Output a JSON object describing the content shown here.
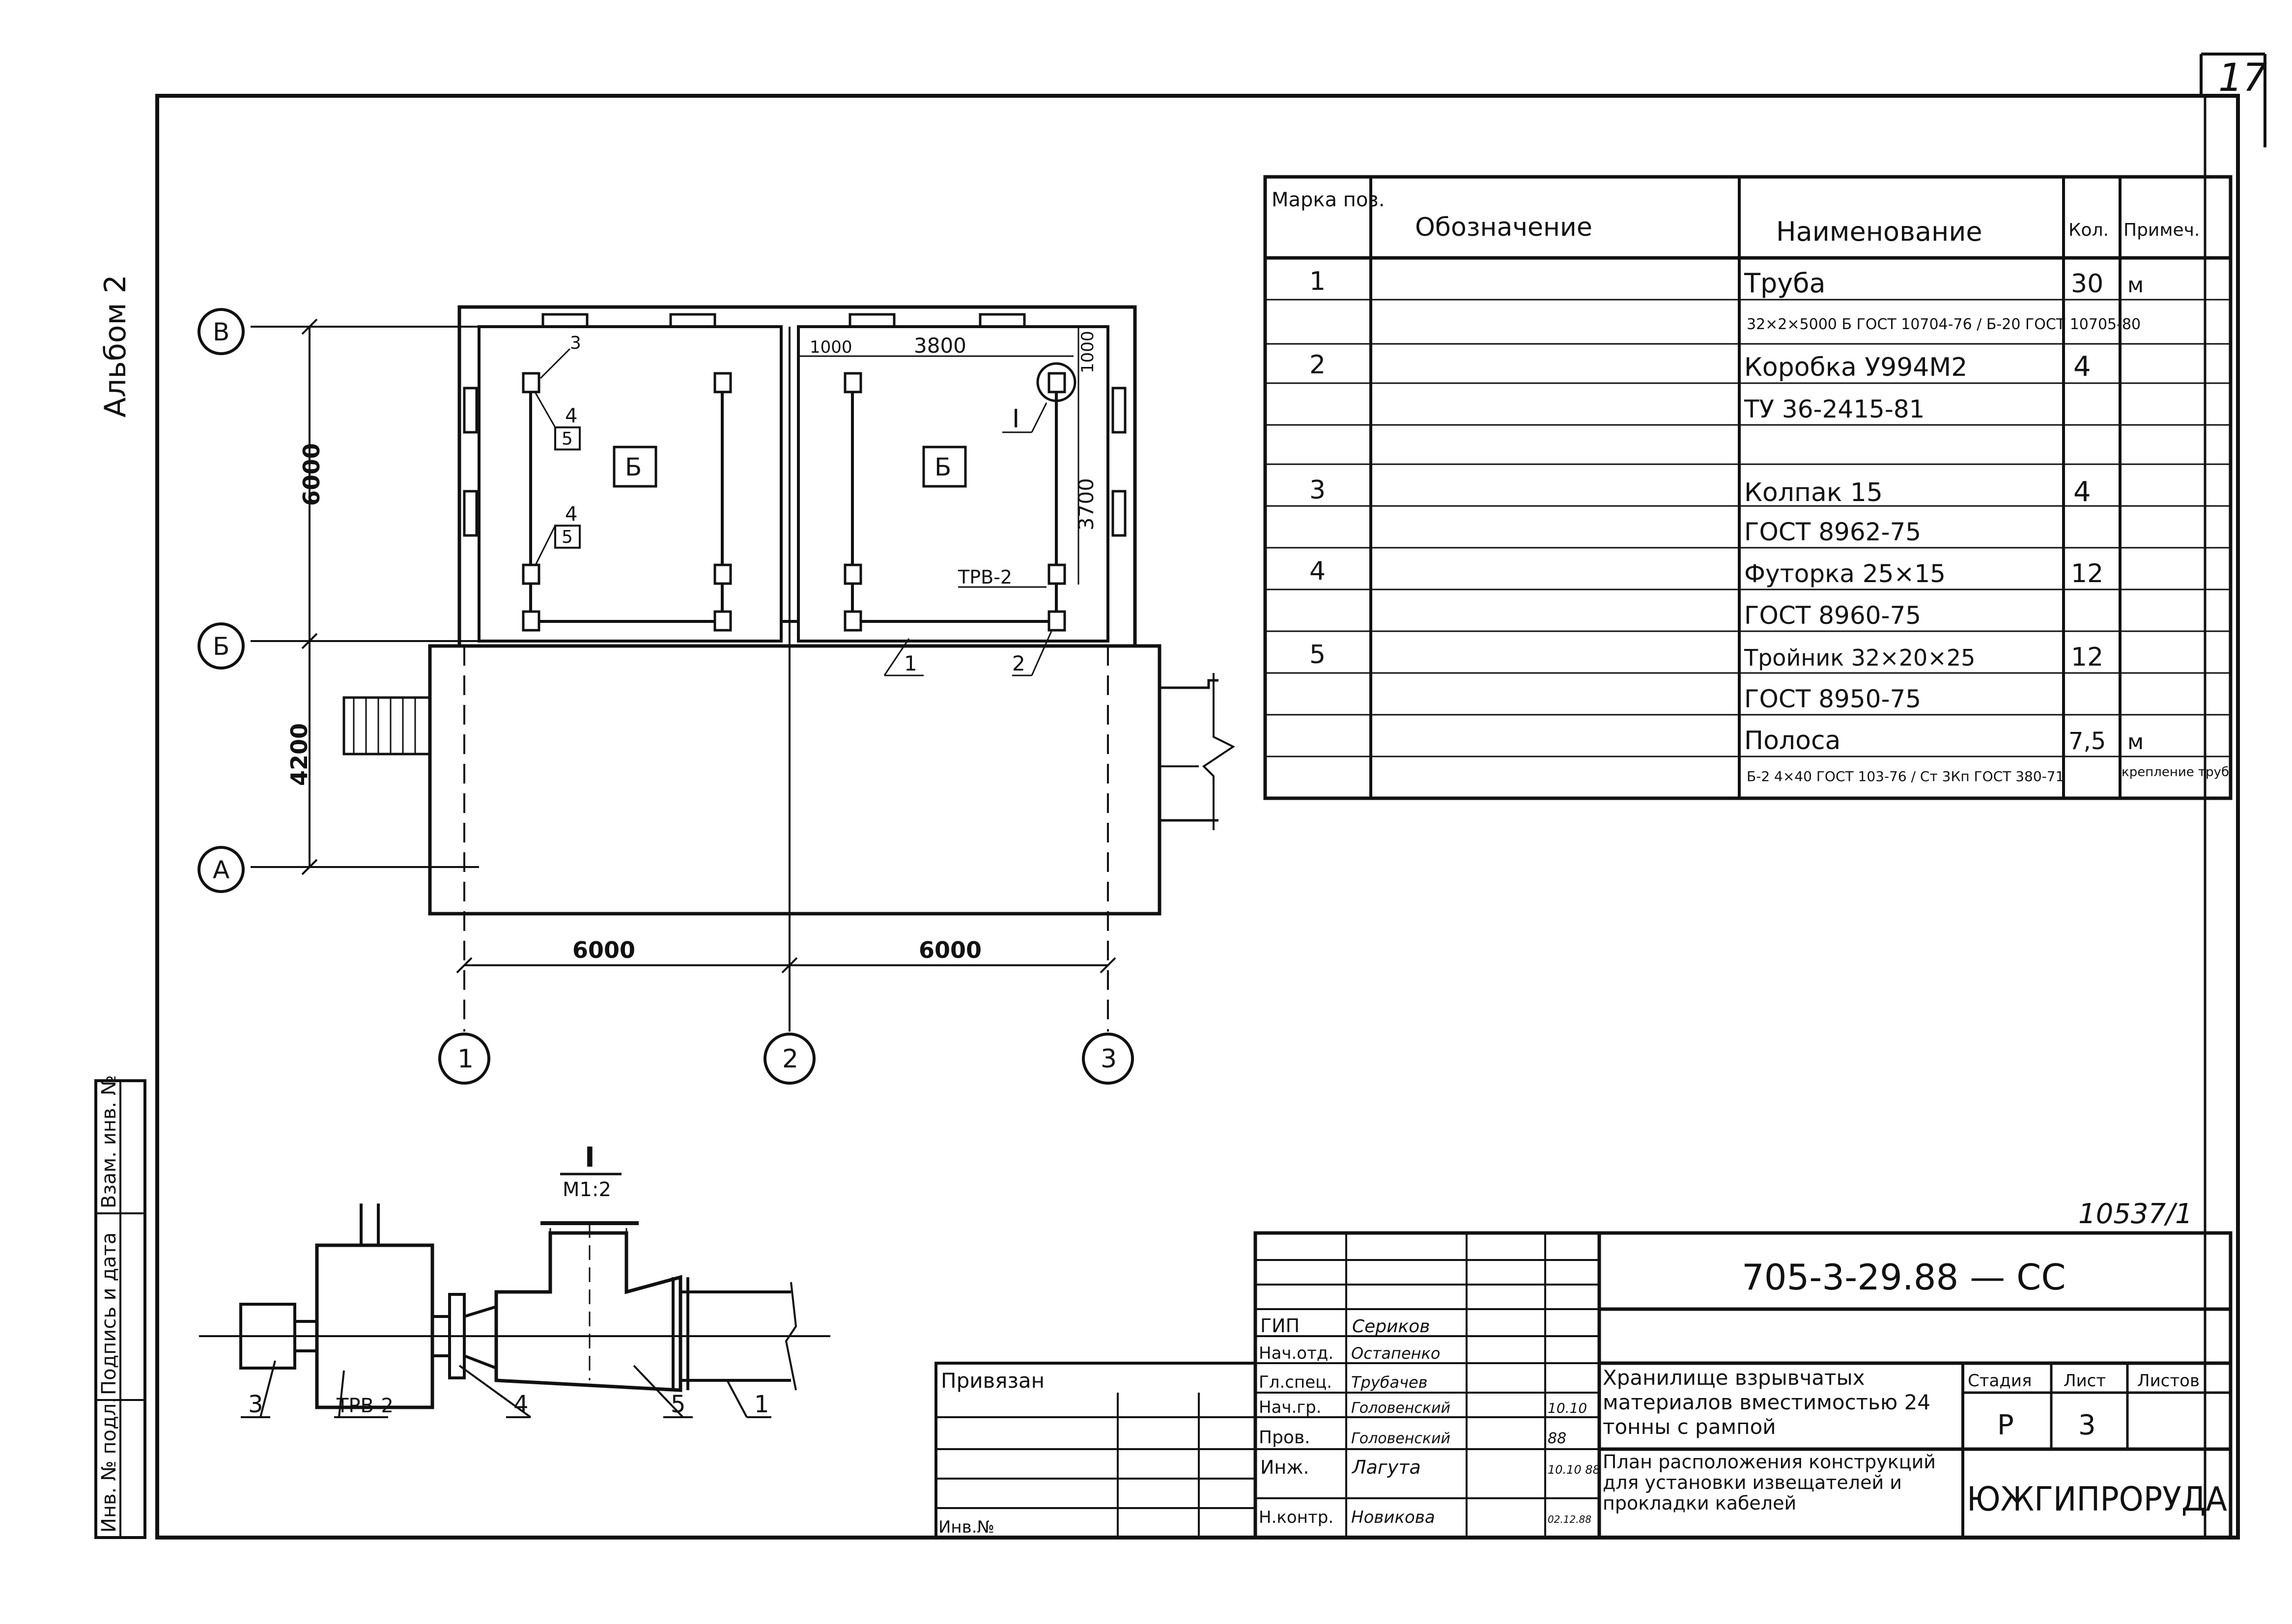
{
  "sheet": {
    "sheet_number": "17",
    "side_label": "Альбом 2",
    "stamp_ref": "10537/1"
  },
  "plan": {
    "axes": {
      "rows": [
        "В",
        "Б",
        "А"
      ],
      "cols": [
        "1",
        "2",
        "3"
      ]
    },
    "dimensions": {
      "row_vb": "6000",
      "row_ba": "4200",
      "col_12": "6000",
      "col_23": "6000",
      "offset_1000": "1000",
      "span_3800": "3800",
      "offset_1000b": "1000",
      "height_3700": "3700"
    },
    "room_labels": [
      "Б",
      "Б"
    ],
    "callouts": {
      "c3": "3",
      "c4a": "4",
      "c5a": "5",
      "c4b": "4",
      "c5b": "5",
      "node_I": "I",
      "trv": "ТРВ-2",
      "c1": "1",
      "c2": "2"
    }
  },
  "detail": {
    "title": "I",
    "scale": "М1:2",
    "labels": {
      "l3": "3",
      "ltrv": "ТРВ-2",
      "l4": "4",
      "l5": "5",
      "l1": "1"
    }
  },
  "spec_table": {
    "headers": {
      "mark": "Марка поз.",
      "designation": "Обозначение",
      "name": "Наименование",
      "qty": "Кол.",
      "note": "Примеч."
    },
    "rows": [
      {
        "pos": "1",
        "name": "Труба",
        "qty": "30",
        "note": "м"
      },
      {
        "pos": "",
        "name": "32×2×5000 Б ГОСТ 10704-76 / Б-20 ГОСТ 10705-80",
        "qty": "",
        "note": ""
      },
      {
        "pos": "2",
        "name": "Коробка У994М2",
        "qty": "4",
        "note": ""
      },
      {
        "pos": "",
        "name": "ТУ 36-2415-81",
        "qty": "",
        "note": ""
      },
      {
        "pos": "",
        "name": "",
        "qty": "",
        "note": ""
      },
      {
        "pos": "3",
        "name": "Колпак 15",
        "qty": "4",
        "note": ""
      },
      {
        "pos": "",
        "name": "ГОСТ 8962-75",
        "qty": "",
        "note": ""
      },
      {
        "pos": "4",
        "name": "Футорка 25×15",
        "qty": "12",
        "note": ""
      },
      {
        "pos": "",
        "name": "ГОСТ 8960-75",
        "qty": "",
        "note": ""
      },
      {
        "pos": "5",
        "name": "Тройник 32×20×25",
        "qty": "12",
        "note": ""
      },
      {
        "pos": "",
        "name": "ГОСТ 8950-75",
        "qty": "",
        "note": ""
      },
      {
        "pos": "",
        "name": "Полоса",
        "qty": "7,5",
        "note": "м"
      },
      {
        "pos": "",
        "name": "Б-2 4×40 ГОСТ 103-76 / Ст 3Кп ГОСТ 380-71",
        "qty": "",
        "note": "крепление труб"
      }
    ]
  },
  "title_block": {
    "doc_code": "705-3-29.88 — СС",
    "privyazan": "Привязан",
    "inv_no": "Инв.№",
    "roles": [
      {
        "role": "ГИП",
        "name": "Сериков",
        "date": ""
      },
      {
        "role": "Нач.отд.",
        "name": "Остапенко",
        "date": ""
      },
      {
        "role": "Гл.спец.",
        "name": "Трубачев",
        "date": ""
      },
      {
        "role": "Нач.гр.",
        "name": "Головенский",
        "date": "10.10"
      },
      {
        "role": "Пров.",
        "name": "Головенский",
        "date": "88"
      },
      {
        "role": "Инж.",
        "name": "Лагута",
        "date": "10.10 88"
      },
      {
        "role": "Н.контр.",
        "name": "Новикова",
        "date": "02.12.88"
      }
    ],
    "project_title": "Хранилище взрывчатых материалов вместимостью 24 тонны с рампой",
    "drawing_title": "План расположения конструкций для установки извещателей и прокладки кабелей",
    "stage_label": "Стадия",
    "sheet_label": "Лист",
    "sheets_label": "Листов",
    "stage": "Р",
    "sheet": "3",
    "sheets": "",
    "org": "ЮЖГИПРОРУДА",
    "side_stamp": [
      "Инв. № подл.",
      "Подпись и дата",
      "Взам. инв. №"
    ]
  }
}
